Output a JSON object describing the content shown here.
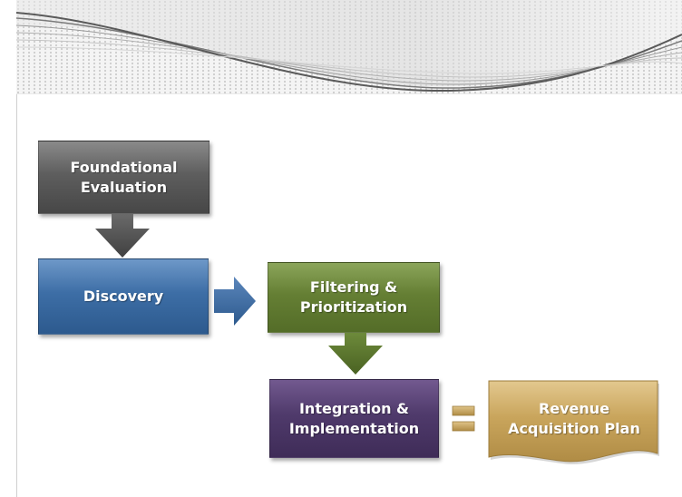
{
  "diagram": {
    "boxes": {
      "foundational": "Foundational\nEvaluation",
      "discovery": "Discovery",
      "filtering": "Filtering  &\nPrioritization",
      "integration": "Integration &\nImplementation",
      "revenue": "Revenue\nAcquisition Plan"
    },
    "colors": {
      "foundational": "#5e5e5e",
      "discovery": "#3d6ea6",
      "filtering": "#657f34",
      "integration": "#4f3a6b",
      "revenue": "#c9a55c"
    }
  }
}
